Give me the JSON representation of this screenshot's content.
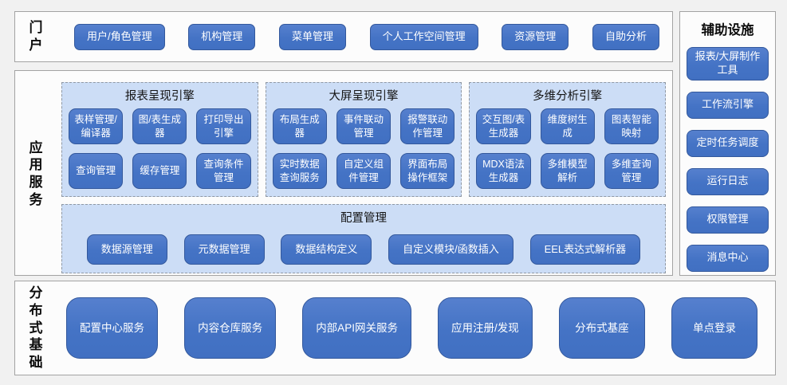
{
  "palette": {
    "accent_blue": "#4472c4",
    "block_border_blue": "#33589c",
    "panel_light_blue": "#ccddf6",
    "section_border_gray": "#a3a3a3",
    "page_background": "#f1f1f1"
  },
  "portal": {
    "label": "门户",
    "items": [
      "用户/角色管理",
      "机构管理",
      "菜单管理",
      "个人工作空间管理",
      "资源管理",
      "自助分析"
    ]
  },
  "app_services": {
    "label": "应用服务",
    "engines": [
      {
        "title": "报表呈现引擎",
        "items": [
          "表样管理/编译器",
          "图/表生成器",
          "打印导出引擎",
          "查询管理",
          "缓存管理",
          "查询条件管理"
        ]
      },
      {
        "title": "大屏呈现引擎",
        "items": [
          "布局生成器",
          "事件联动管理",
          "报警联动作管理",
          "实时数据查询服务",
          "自定义组件管理",
          "界面布局操作框架"
        ]
      },
      {
        "title": "多维分析引擎",
        "items": [
          "交互图/表生成器",
          "维度树生成",
          "图表智能映射",
          "MDX语法生成器",
          "多维模型解析",
          "多维查询管理"
        ]
      }
    ],
    "config_panel": {
      "title": "配置管理",
      "items": [
        "数据源管理",
        "元数据管理",
        "数据结构定义",
        "自定义模块/函数插入",
        "EEL表达式解析器"
      ]
    }
  },
  "auxiliary": {
    "title": "辅助设施",
    "items": [
      "报表/大屏制作工具",
      "工作流引擎",
      "定时任务调度",
      "运行日志",
      "权限管理",
      "消息中心"
    ]
  },
  "foundation": {
    "label": "分布式基础",
    "items": [
      "配置中心服务",
      "内容仓库服务",
      "内部API网关服务",
      "应用注册/发现",
      "分布式基座",
      "单点登录"
    ]
  }
}
